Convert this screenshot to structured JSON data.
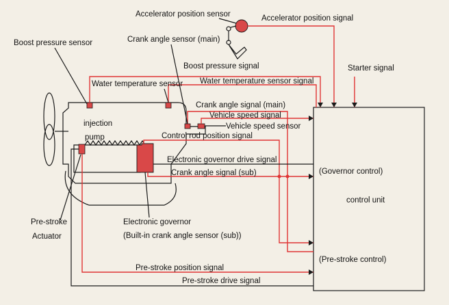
{
  "colors": {
    "signal": "#e03434",
    "paper": "#f3efe6",
    "ink": "#111111",
    "component": "#d94848"
  },
  "labels": {
    "accel_sensor": "Accelerator position sensor",
    "accel_signal": "Accelerator position signal",
    "boost_sensor": "Boost pressure sensor",
    "crank_main_sensor": "Crank angle sensor (main)",
    "boost_signal": "Boost pressure signal",
    "starter_signal": "Starter signal",
    "water_sensor": "Water temperature sensor",
    "water_signal": "Water temperature sensor signal",
    "crank_main_signal": "Crank angle signal (main)",
    "vehicle_speed_signal": "Vehicle speed signal",
    "vehicle_speed_sensor": "Vehicle speed sensor",
    "injection": "injection",
    "pump": "pump",
    "control_rod_signal": "Control rod position signal",
    "gov_drive_signal": "Electronic governor drive signal",
    "crank_sub_signal": "Crank angle signal (sub)",
    "governor_control": "(Governor control)",
    "control_unit": "control unit",
    "prestroke_line1": "Pre-stroke",
    "prestroke_line2": "Actuator",
    "governor_name": "Electronic governor",
    "governor_sub": "(Built-in crank angle sensor (sub))",
    "prestroke_control": "(Pre-stroke control)",
    "prestroke_position_signal": "Pre-stroke position signal",
    "prestroke_drive_signal": "Pre-stroke drive signal"
  }
}
